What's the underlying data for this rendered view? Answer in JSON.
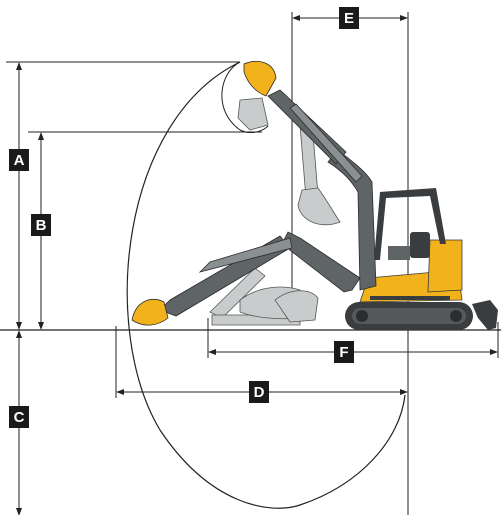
{
  "labels": {
    "a": "A",
    "b": "B",
    "c": "C",
    "d": "D",
    "e": "E",
    "f": "F"
  },
  "colors": {
    "machine_yellow": "#f2b21b",
    "boom_gray": "#5f6466",
    "track_dark": "#3a3d3f",
    "ghost_gray": "#c9cccd",
    "label_bg": "#1a1a1a",
    "line": "#222222"
  }
}
